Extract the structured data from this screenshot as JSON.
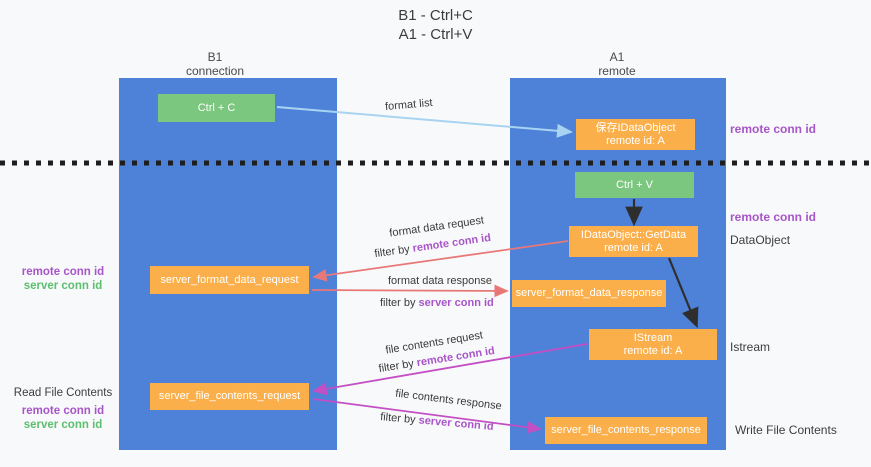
{
  "title": {
    "line1": "B1 - Ctrl+C",
    "line2": "A1 - Ctrl+V"
  },
  "lanes": {
    "left": {
      "name": "B1",
      "role": "connection"
    },
    "right": {
      "name": "A1",
      "role": "remote"
    }
  },
  "boxes": {
    "ctrl_c": {
      "label": "Ctrl + C"
    },
    "save_idataobject": {
      "line1": "保存IDataObject",
      "line2": "remote id: A"
    },
    "ctrl_v": {
      "label": "Ctrl + V"
    },
    "getdata": {
      "line1": "IDataObject::GetData",
      "line2": "remote id: A"
    },
    "server_format_data_request": {
      "label": "server_format_data_request"
    },
    "server_format_data_response": {
      "label": "server_format_data_response"
    },
    "istream": {
      "line1": "IStream",
      "line2": "remote id: A"
    },
    "server_file_contents_request": {
      "label": "server_file_contents_request"
    },
    "server_file_contents_response": {
      "label": "server_file_contents_response"
    }
  },
  "arrows": {
    "format_list": {
      "label": "format list"
    },
    "format_data_request": {
      "label": "format data request",
      "filter_prefix": "filter by",
      "filter_key": "remote conn id"
    },
    "format_data_response": {
      "label": "format data response",
      "filter_prefix": "filter by",
      "filter_key": "server conn id"
    },
    "file_contents_request": {
      "label": "file contents request",
      "filter_prefix": "filter by",
      "filter_key": "remote conn id"
    },
    "file_contents_response": {
      "label": "file contents response",
      "filter_prefix": "filter by",
      "filter_key": "server conn id"
    }
  },
  "side_labels": {
    "right_top_remote_conn_id": "remote conn id",
    "right_mid_remote_conn_id": "remote conn id",
    "dataobject": "DataObject",
    "istream": "Istream",
    "write_file_contents": "Write File Contents",
    "left_mid": {
      "remote_conn_id": "remote conn id",
      "server_conn_id": "server conn id"
    },
    "left_bottom": {
      "read_file_contents": "Read File Contents",
      "remote_conn_id": "remote conn id",
      "server_conn_id": "server conn id"
    }
  },
  "colors": {
    "lane_blue": "#4d82d8",
    "box_green": "#7cc77f",
    "box_orange": "#fbaf4a",
    "arrow_blue": "#a9d4f1",
    "arrow_red": "#e87878",
    "arrow_magenta": "#c44fc4",
    "text_purple": "#a855c8",
    "text_green": "#5cbf6e"
  }
}
